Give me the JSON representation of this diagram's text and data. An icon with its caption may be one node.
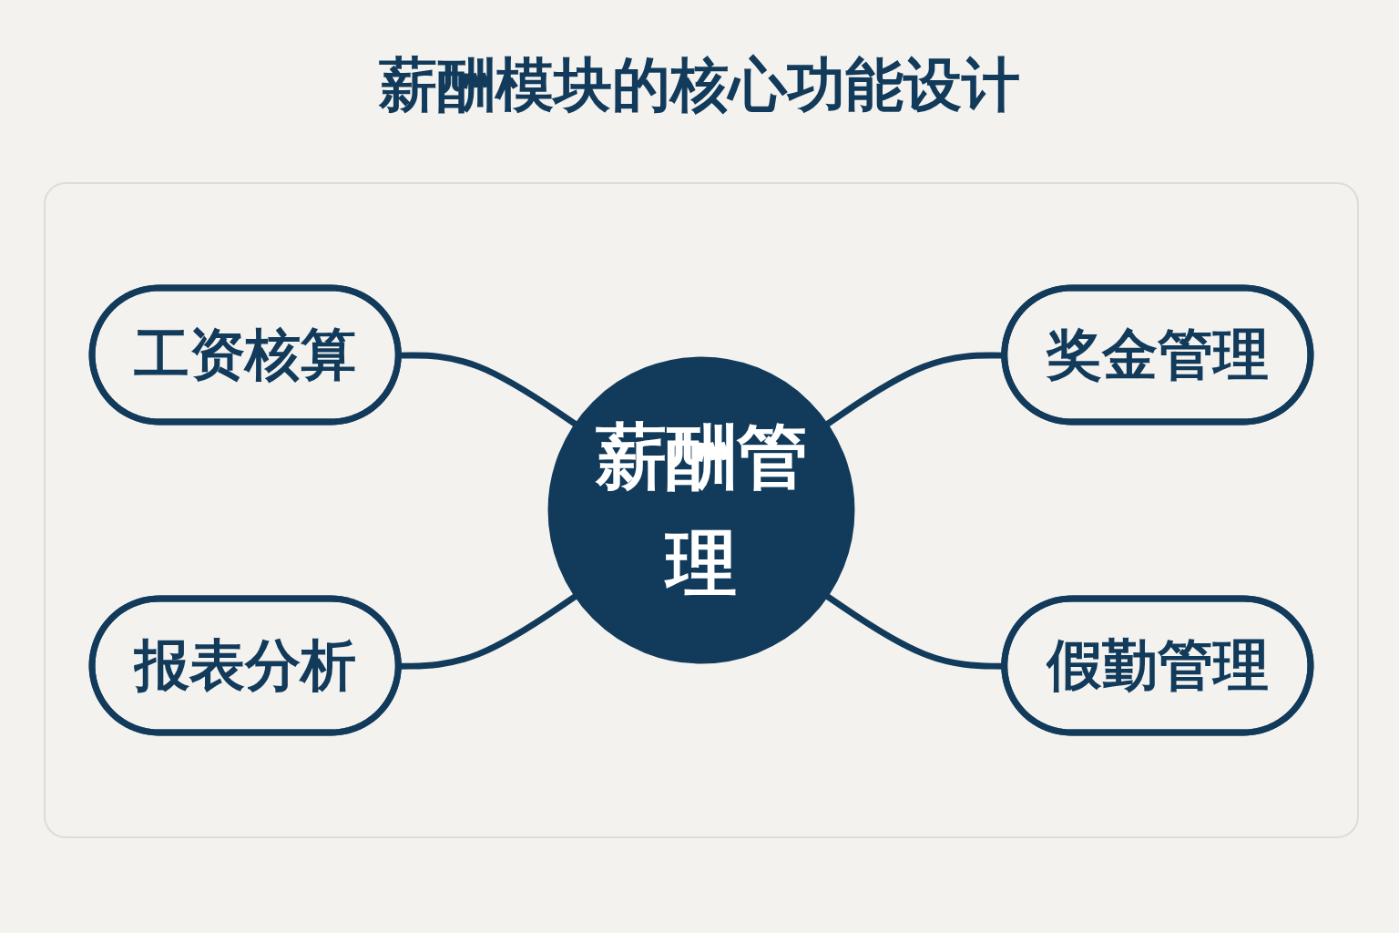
{
  "diagram": {
    "title": "薪酬模块的核心功能设计",
    "nodes": [
      {
        "text": [
          "工资核算"
        ]
      },
      {
        "text": [
          "奖金管理"
        ]
      },
      {
        "text": [
          "薪酬管理"
        ]
      },
      {
        "text": [
          "报表分析"
        ]
      },
      {
        "text": [
          "假勤管理"
        ]
      }
    ],
    "edges": [
      {
        "from": 0,
        "to": 2,
        "arrow": "none"
      },
      {
        "from": 2,
        "to": 1,
        "arrow": "none"
      },
      {
        "from": 3,
        "to": 2,
        "arrow": "none"
      },
      {
        "from": 2,
        "to": 4,
        "arrow": "none"
      }
    ]
  }
}
